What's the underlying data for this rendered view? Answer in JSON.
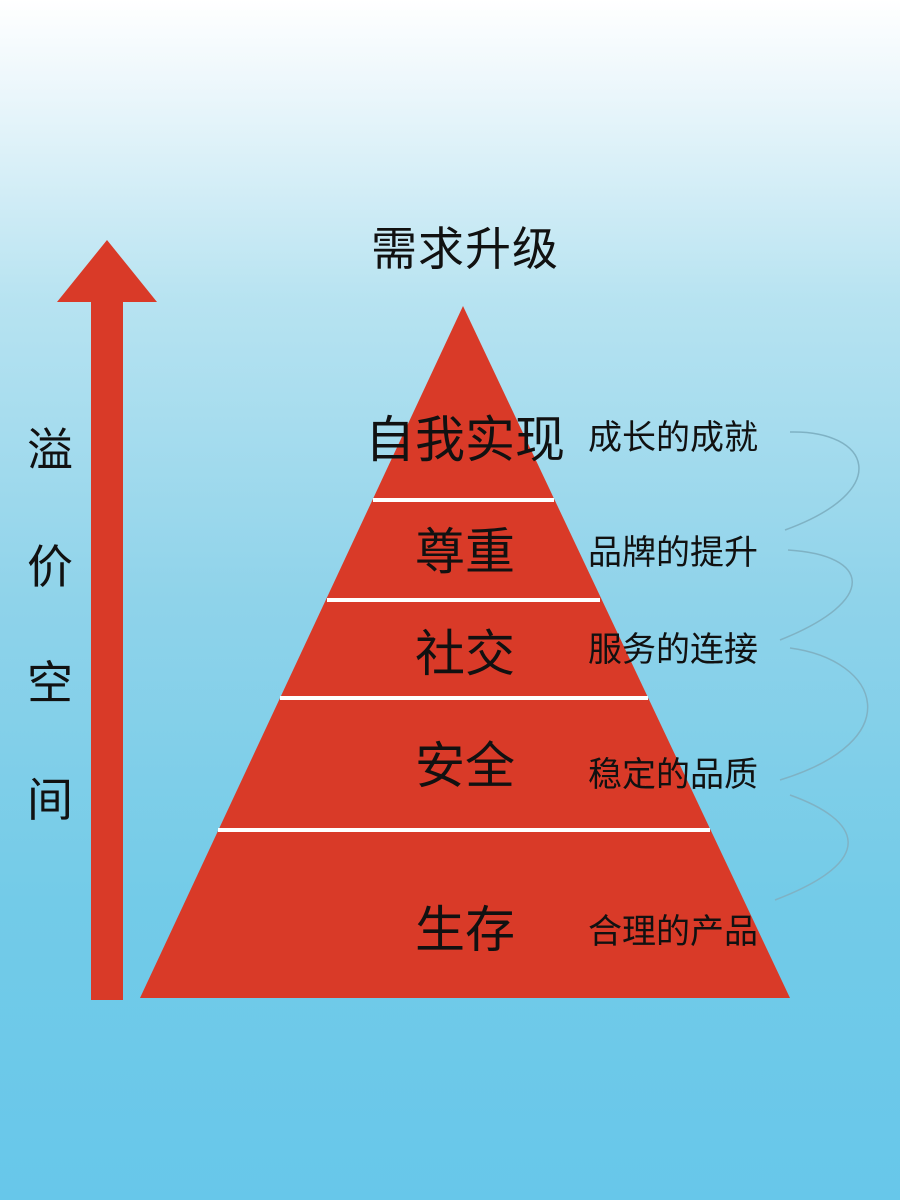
{
  "title": "需求升级",
  "axis_label": [
    "溢",
    "价",
    "空",
    "间"
  ],
  "levels": [
    {
      "name": "自我实现",
      "desc": "成长的成就"
    },
    {
      "name": "尊重",
      "desc": "品牌的提升"
    },
    {
      "name": "社交",
      "desc": "服务的连接"
    },
    {
      "name": "安全",
      "desc": "稳定的品质"
    },
    {
      "name": "生存",
      "desc": "合理的产品"
    }
  ],
  "colors": {
    "pyramid": "#d93a28",
    "arrow": "#d93a28",
    "divider": "#ffffff",
    "connector": "#7fb2c4",
    "text": "#111111"
  }
}
